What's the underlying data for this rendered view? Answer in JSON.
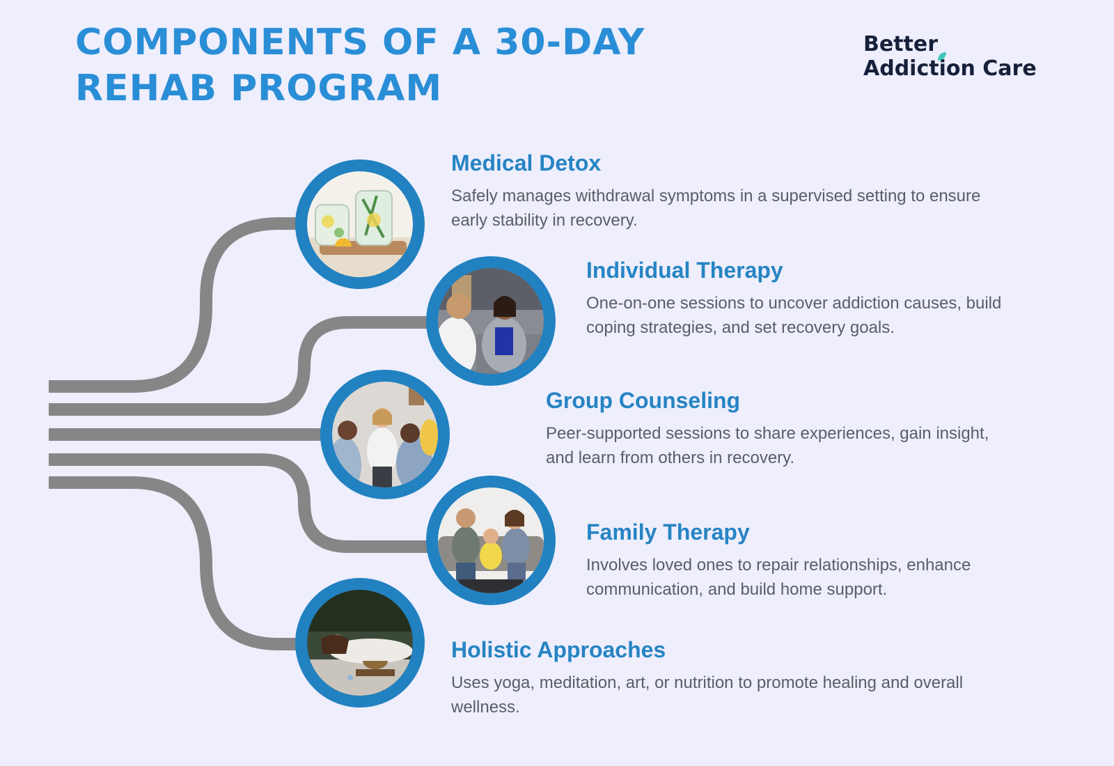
{
  "header": {
    "title_line1": "COMPONENTS OF A 30-DAY",
    "title_line2": "REHAB PROGRAM"
  },
  "logo": {
    "line1": "Better",
    "line2": "Addiction Care",
    "accent_color": "#3fc6b8"
  },
  "colors": {
    "background": "#eeeefc",
    "title": "#2a8ed6",
    "heading": "#2684c3",
    "ring": "#2281c0",
    "connector": "#868686",
    "body_text": "#5a5d66"
  },
  "components": [
    {
      "heading": "Medical Detox",
      "description": "Safely manages withdrawal symptoms in a supervised setting to ensure early stability in recovery.",
      "image": "infused-water-jars-photo"
    },
    {
      "heading": "Individual Therapy",
      "description": "One-on-one sessions to uncover addiction causes, build coping strategies, and set recovery goals.",
      "image": "therapy-session-photo"
    },
    {
      "heading": "Group Counseling",
      "description": "Peer-supported sessions to share experiences, gain insight, and learn from others in recovery.",
      "image": "support-group-photo"
    },
    {
      "heading": "Family Therapy",
      "description": "Involves loved ones to repair relationships, enhance communication, and build home support.",
      "image": "family-on-couch-photo"
    },
    {
      "heading": "Holistic Approaches",
      "description": "Uses yoga, meditation, art, or nutrition to promote healing and overall wellness.",
      "image": "sound-bath-meditation-photo"
    }
  ]
}
